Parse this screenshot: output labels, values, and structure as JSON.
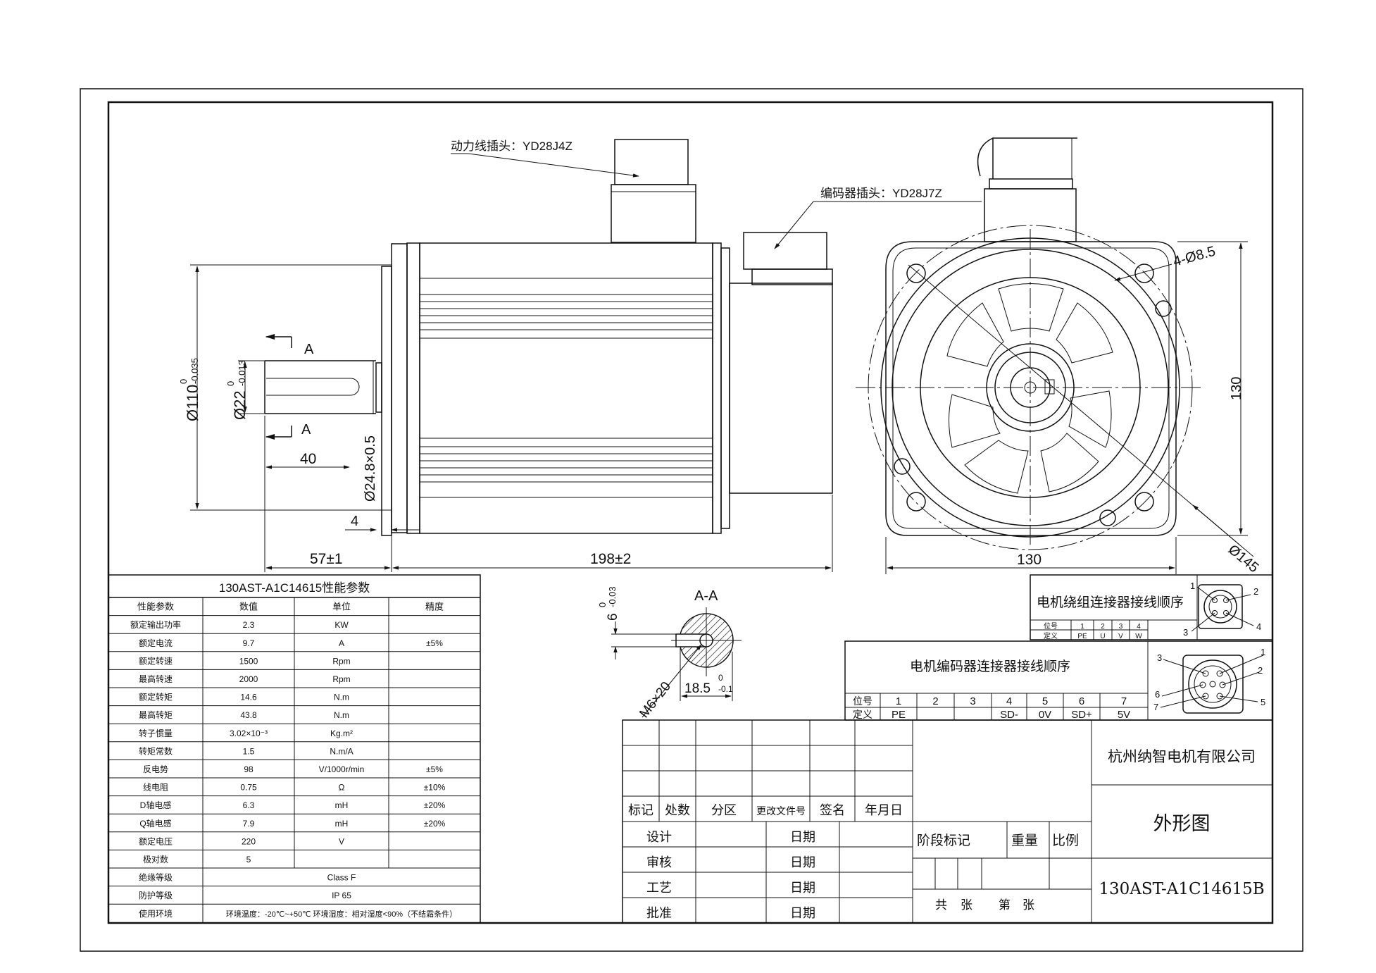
{
  "views": {
    "power_connector_label": "动力线插头：YD28J4Z",
    "encoder_connector_label": "编码器插头：YD28J7Z",
    "section_label": "A",
    "section_title": "A-A",
    "dim_shaft_dia": "Ø22",
    "dim_shaft_dia_tol_upper": "0",
    "dim_shaft_dia_tol_lower": "-0.013",
    "dim_spigot_dia": "Ø110",
    "dim_spigot_tol_upper": "0",
    "dim_spigot_tol_lower": "-0.035",
    "dim_key_length": "40",
    "dim_boss_dia": "Ø24.8×0.5",
    "dim_spigot_depth": "4",
    "dim_shaft_length": "57±1",
    "dim_body_length": "198±2",
    "dim_holes": "4-Ø8.5",
    "dim_flange_height": "130",
    "dim_flange_width": "130",
    "dim_pcd": "Ø145",
    "dim_key_width": "6",
    "dim_key_width_tol_upper": "0",
    "dim_key_width_tol_lower": "-0.03",
    "dim_thread": "M6×20",
    "dim_key_depth": "18.5",
    "dim_key_depth_tol_upper": "0",
    "dim_key_depth_tol_lower": "-0.1"
  },
  "spec_table": {
    "title": "130AST-A1C14615性能参数",
    "headers": [
      "性能参数",
      "数值",
      "单位",
      "精度"
    ],
    "rows": [
      [
        "额定输出功率",
        "2.3",
        "KW",
        ""
      ],
      [
        "额定电流",
        "9.7",
        "A",
        "±5%"
      ],
      [
        "额定转速",
        "1500",
        "Rpm",
        ""
      ],
      [
        "最高转速",
        "2000",
        "Rpm",
        ""
      ],
      [
        "额定转矩",
        "14.6",
        "N.m",
        ""
      ],
      [
        "最高转矩",
        "43.8",
        "N.m",
        ""
      ],
      [
        "转子惯量",
        "3.02×10⁻³",
        "Kg.m²",
        ""
      ],
      [
        "转矩常数",
        "1.5",
        "N.m/A",
        ""
      ],
      [
        "反电势",
        "98",
        "V/1000r/min",
        "±5%"
      ],
      [
        "线电阻",
        "0.75",
        "Ω",
        "±10%"
      ],
      [
        "D轴电感",
        "6.3",
        "mH",
        "±20%"
      ],
      [
        "Q轴电感",
        "7.9",
        "mH",
        "±20%"
      ],
      [
        "额定电压",
        "220",
        "V",
        ""
      ],
      [
        "极对数",
        "5",
        "",
        ""
      ]
    ],
    "span_rows": [
      [
        "绝缘等级",
        "Class F"
      ],
      [
        "防护等级",
        "IP 65"
      ],
      [
        "使用环境",
        "环境温度：-20℃~+50℃ 环境湿度：相对湿度<90%（不结霜条件）"
      ]
    ]
  },
  "winding_table": {
    "title": "电机绕组连接器接线顺序",
    "row1_label": "位号",
    "row2_label": "定义",
    "positions": [
      "1",
      "2",
      "3",
      "4"
    ],
    "definitions": [
      "PE",
      "U",
      "V",
      "W"
    ],
    "pin_labels": [
      "1",
      "2",
      "3",
      "4"
    ]
  },
  "encoder_table": {
    "title": "电机编码器连接器接线顺序",
    "row1_label": "位号",
    "row2_label": "定义",
    "positions": [
      "1",
      "2",
      "3",
      "4",
      "5",
      "6",
      "7"
    ],
    "definitions": [
      "PE",
      "",
      "",
      "SD-",
      "0V",
      "SD+",
      "5V"
    ],
    "pin_labels": [
      "1",
      "2",
      "3",
      "4",
      "5",
      "6",
      "7"
    ]
  },
  "title_block": {
    "col_headers": [
      "标记",
      "处数",
      "分区",
      "更改文件号",
      "签名",
      "年月日"
    ],
    "roles": [
      "设计",
      "审核",
      "工艺",
      "批准"
    ],
    "date_label": "日期",
    "stage_label": "阶段标记",
    "weight_label": "重量",
    "scale_label": "比例",
    "sheets_total_a": "共",
    "sheets_total_b": "张",
    "sheet_no_a": "第",
    "sheet_no_b": "张",
    "company": "杭州纳智电机有限公司",
    "drawing_name": "外形图",
    "drawing_number": "130AST-A1C14615B"
  }
}
